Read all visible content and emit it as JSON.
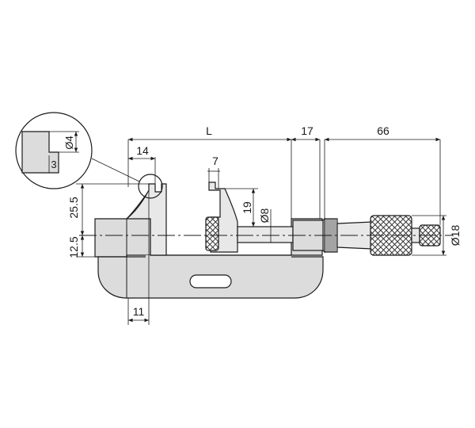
{
  "drawing": {
    "colors": {
      "stroke": "#1a1a1a",
      "body_fill": "#dcdcdc",
      "light_fill": "#e8e8e8",
      "knurl_fill": "#555555",
      "background": "#ffffff"
    },
    "dimensions": {
      "length_L": "L",
      "jaw_width": "14",
      "thimble_extension": "17",
      "sleeve_length": "66",
      "anvil_tip_width": "7",
      "spindle_height": "19",
      "spindle_diameter": "Ø8",
      "thimble_diameter": "Ø18",
      "anvil_height": "25.5",
      "centre_height": "12.5",
      "frame_offset": "11"
    },
    "detail": {
      "tip_diameter": "Ø4",
      "tip_length": "3"
    }
  }
}
